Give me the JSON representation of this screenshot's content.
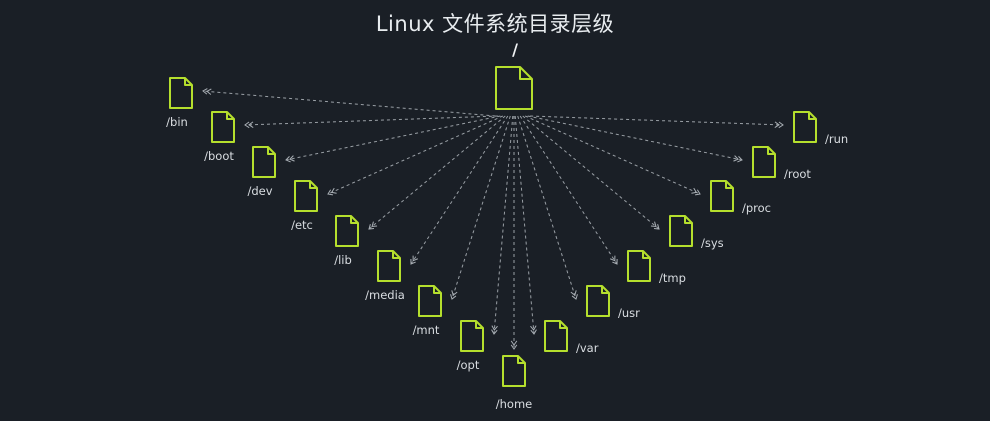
{
  "title": "Linux 文件系统目录层级",
  "root": {
    "label": "/"
  },
  "directories": [
    "/bin",
    "/boot",
    "/dev",
    "/etc",
    "/lib",
    "/media",
    "/mnt",
    "/opt",
    "/home",
    "/var",
    "/usr",
    "/tmp",
    "/sys",
    "/proc",
    "/root",
    "/run"
  ],
  "colors": {
    "background": "#1a1f26",
    "file_icon_stroke": "#b5df2d",
    "connector": "#9aa0a6",
    "text": "#e8ecef"
  },
  "icon": "document-icon"
}
